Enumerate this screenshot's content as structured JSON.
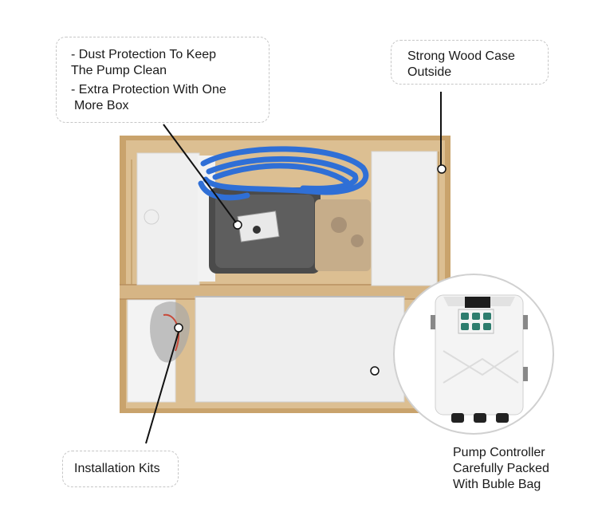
{
  "callouts": {
    "dust_protection": {
      "lines": [
        "- Dust Protection To Keep",
        "The Pump Clean",
        "- Extra Protection With One",
        "More Box"
      ]
    },
    "wood_case": {
      "lines": [
        "Strong Wood Case",
        "Outside"
      ]
    },
    "installation_kits": {
      "lines": [
        "Installation Kits"
      ]
    },
    "pump_controller": {
      "lines": [
        "Pump Controller",
        "Carefully Packed",
        "With Buble Bag"
      ]
    }
  },
  "colors": {
    "wood": "#d9b98a",
    "foam": "#eeeeee",
    "cable": "#2f6fd6",
    "controller": "#f4f4f4",
    "button": "#2e7d6e"
  }
}
